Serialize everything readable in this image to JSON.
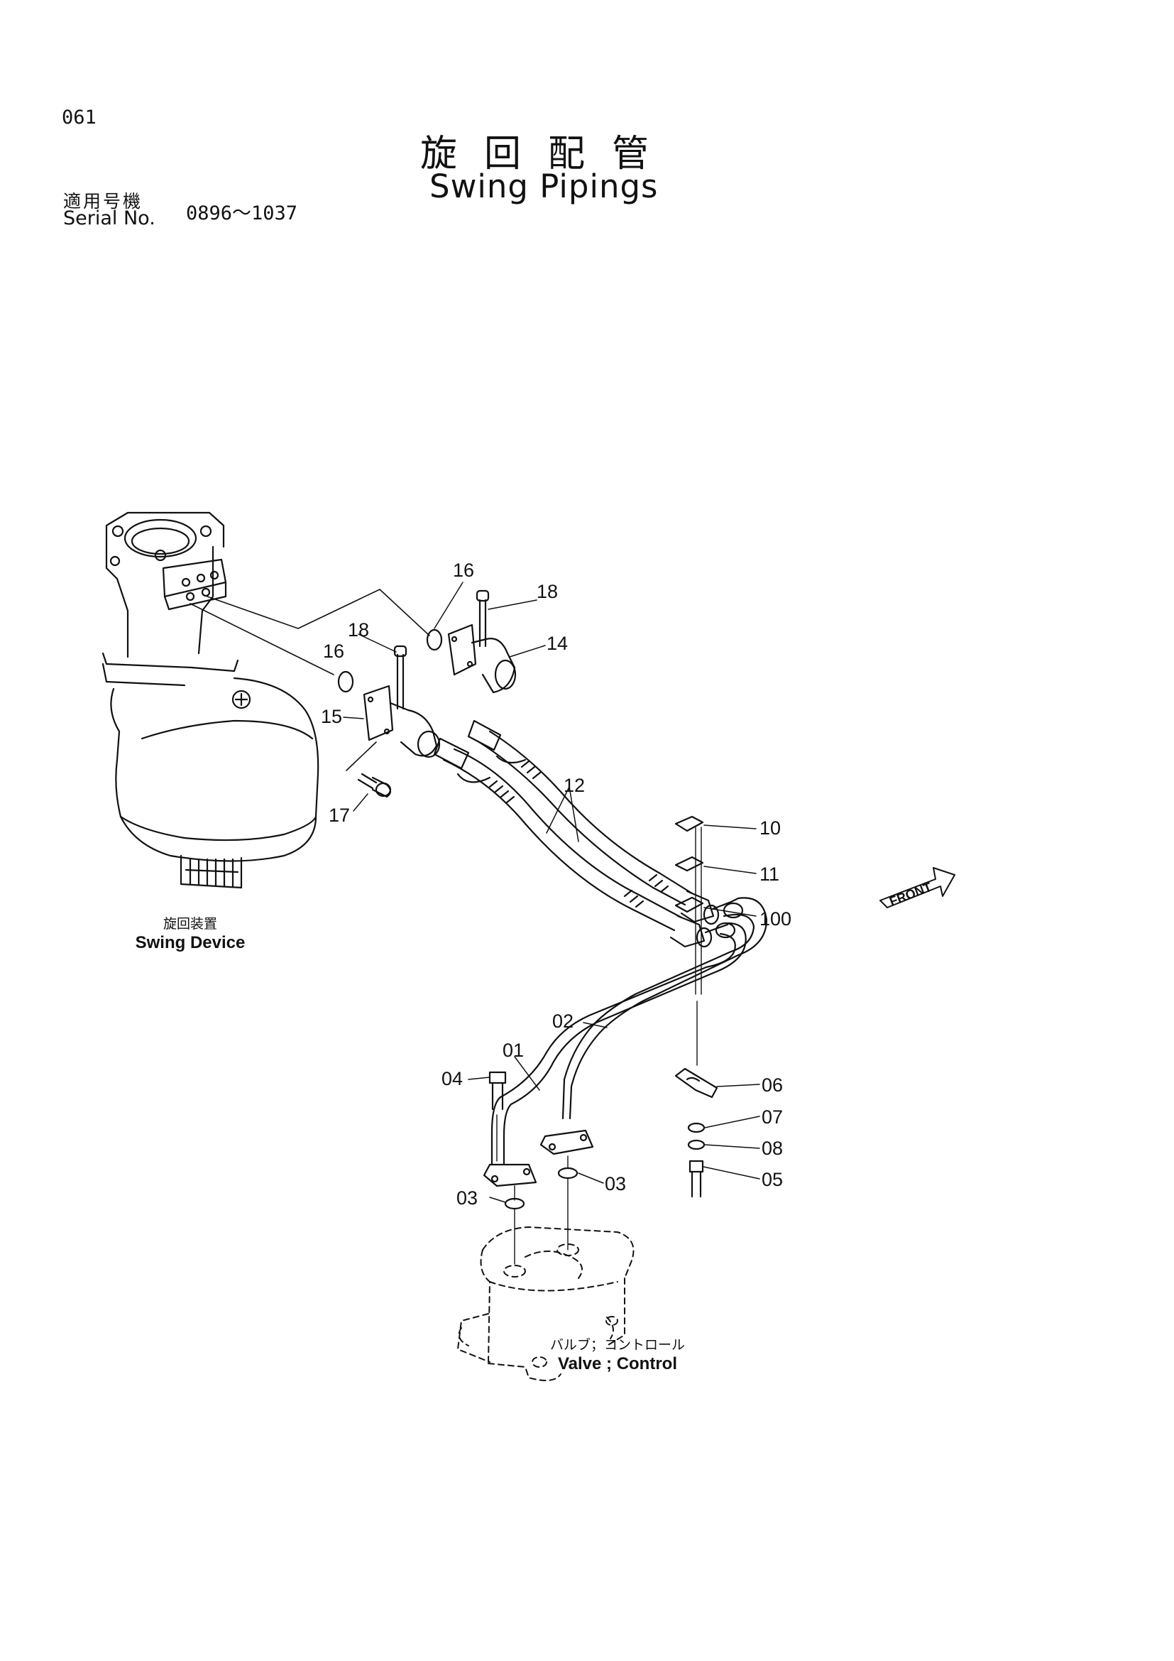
{
  "page_number": "061",
  "title": {
    "japanese": "旋回配管",
    "english": "Swing Pipings"
  },
  "serial": {
    "label_japanese": "適用号機",
    "label_english": "Serial No.",
    "value": "0896～1037"
  },
  "components": {
    "swing_device": {
      "japanese": "旋回装置",
      "english": "Swing Device"
    },
    "control_valve": {
      "japanese": "バルブ；コントロール",
      "english": "Valve ; Control"
    },
    "front_marker": "FRONT"
  },
  "callouts": [
    "16",
    "18",
    "16",
    "18",
    "14",
    "15",
    "17",
    "12",
    "10",
    "11",
    "100",
    "02",
    "01",
    "04",
    "06",
    "07",
    "08",
    "05",
    "03",
    "03"
  ]
}
